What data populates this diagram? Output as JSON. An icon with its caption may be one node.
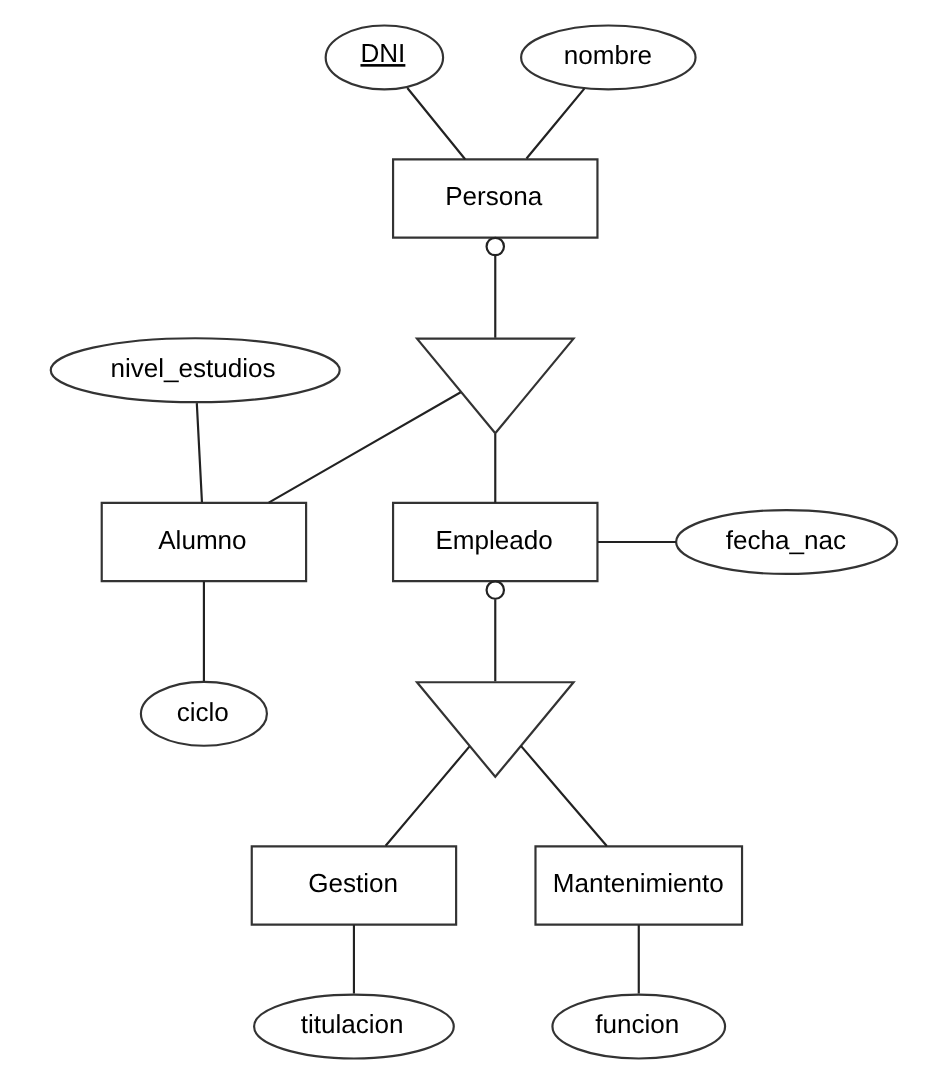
{
  "diagram": {
    "nodes": [
      {
        "text": [
          "DNI"
        ]
      },
      {
        "text": [
          "nombre"
        ]
      },
      {
        "text": [
          "Persona"
        ]
      },
      {
        "text": [],
        "shape": "triangle"
      },
      {
        "text": [
          "nivel_estudios"
        ]
      },
      {
        "text": [
          "Alumno"
        ]
      },
      {
        "text": [
          "ciclo"
        ]
      },
      {
        "text": [
          "Empleado"
        ]
      },
      {
        "text": [
          "fecha_nac"
        ]
      },
      {
        "text": [],
        "shape": "triangle"
      },
      {
        "text": [
          "Gestion"
        ]
      },
      {
        "text": [
          "titulacion"
        ]
      },
      {
        "text": [
          "Mantenimiento"
        ]
      },
      {
        "text": [
          "funcion"
        ]
      }
    ],
    "edges": [
      {
        "from": 0,
        "to": 2,
        "arrow": "none"
      },
      {
        "from": 1,
        "to": 2,
        "arrow": "none"
      },
      {
        "from": 2,
        "to": 3,
        "arrow": "other"
      },
      {
        "from": 3,
        "to": 5,
        "arrow": "none"
      },
      {
        "from": 3,
        "to": 7,
        "arrow": "none"
      },
      {
        "from": 4,
        "to": 5,
        "arrow": "none"
      },
      {
        "from": 5,
        "to": 6,
        "arrow": "none"
      },
      {
        "from": 7,
        "to": 8,
        "arrow": "none"
      },
      {
        "from": 7,
        "to": 9,
        "arrow": "other"
      },
      {
        "from": 9,
        "to": 10,
        "arrow": "none"
      },
      {
        "from": 9,
        "to": 12,
        "arrow": "none"
      },
      {
        "from": 10,
        "to": 11,
        "arrow": "none"
      },
      {
        "from": 12,
        "to": 13,
        "arrow": "none"
      }
    ]
  }
}
